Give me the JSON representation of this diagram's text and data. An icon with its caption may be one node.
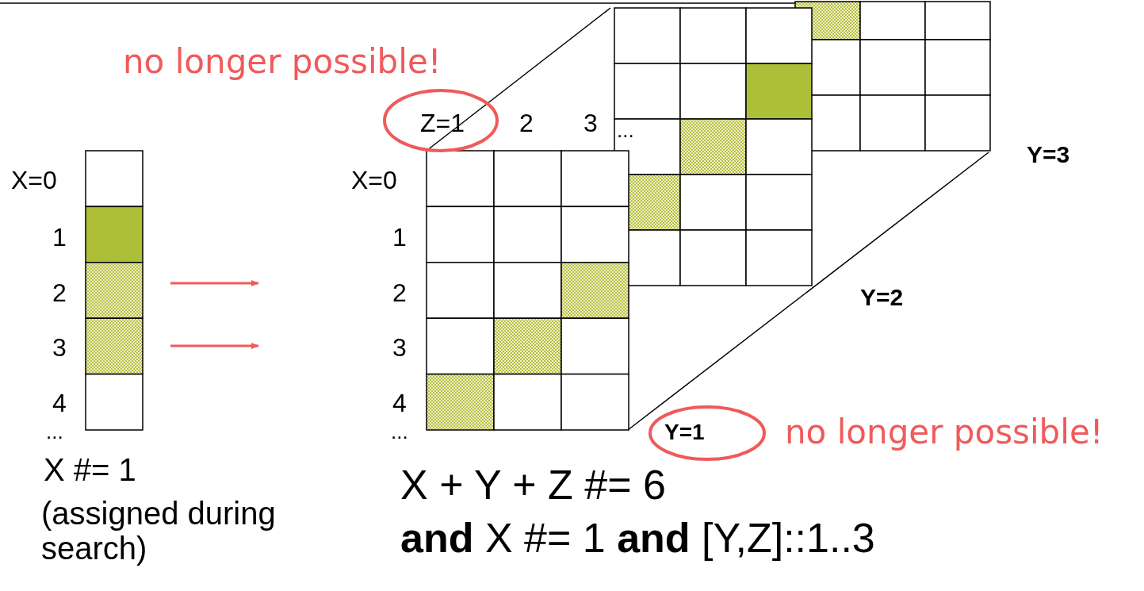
{
  "diagram": {
    "labels": [
      "no longer possible!",
      "Z=1",
      "2",
      "3",
      "...",
      "Y=3",
      "X=0",
      "X=0",
      "1",
      "1",
      "2",
      "2",
      "3",
      "3",
      "4",
      "4",
      "...",
      "...",
      "Y=2",
      "Y=1",
      "no longer possible!",
      "X #= 1",
      "(assigned during search)",
      "X + Y + Z #= 6",
      "**and** X #= 1 **and** [Y,Z]::1..3"
    ]
  }
}
